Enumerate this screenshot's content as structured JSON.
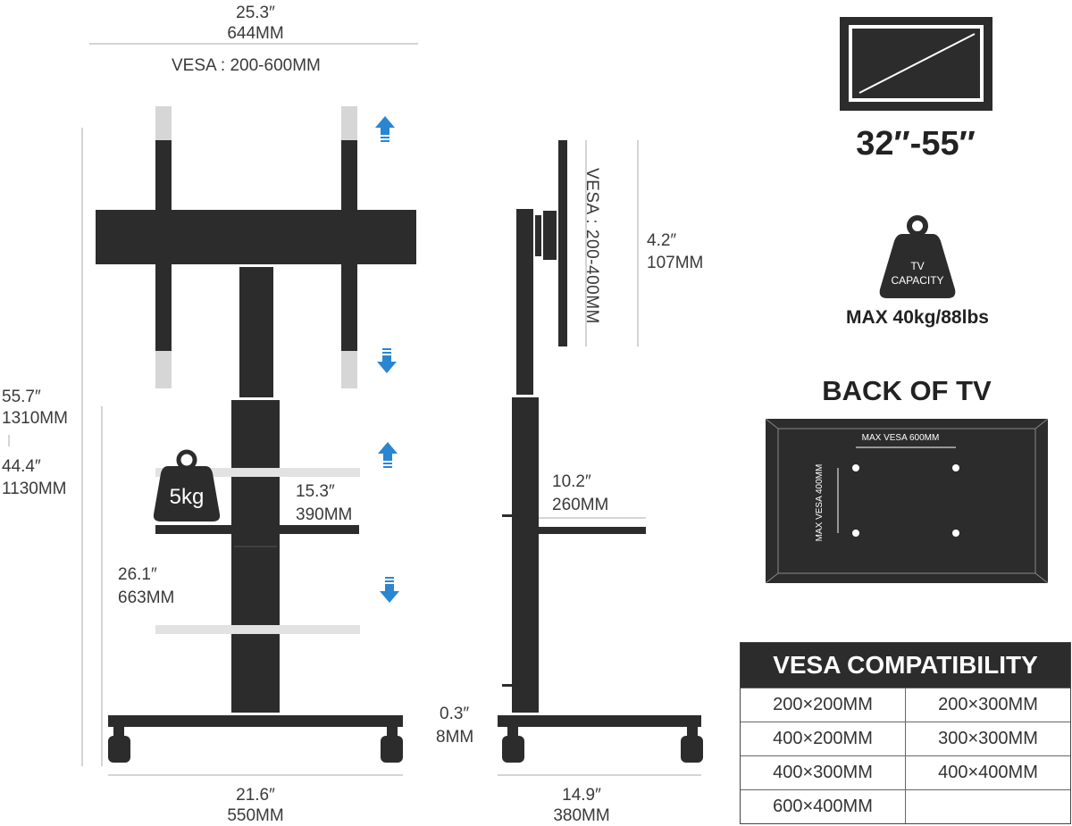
{
  "front_view": {
    "top_width": {
      "inch": "25.3″",
      "mm": "644MM"
    },
    "vesa_width": "VESA : 200-600MM",
    "total_height": {
      "inch": "55.7″",
      "mm": "1310MM"
    },
    "min_height": {
      "inch": "44.4″",
      "mm": "1130MM"
    },
    "shelf_height": {
      "inch": "26.1″",
      "mm": "663MM"
    },
    "shelf_width": {
      "inch": "15.3″",
      "mm": "390MM"
    },
    "shelf_weight": "5kg",
    "base_width": {
      "inch": "21.6″",
      "mm": "550MM"
    }
  },
  "side_view": {
    "vesa_height": "VESA : 200-400MM",
    "panel_offset": {
      "inch": "4.2″",
      "mm": "107MM"
    },
    "shelf_depth": {
      "inch": "10.2″",
      "mm": "260MM"
    },
    "base_thickness": {
      "inch": "0.3″",
      "mm": "8MM"
    },
    "base_depth": {
      "inch": "14.9″",
      "mm": "380MM"
    }
  },
  "screen_size": "32″-55″",
  "capacity": {
    "weight_label_1": "TV",
    "weight_label_2": "CAPACITY",
    "max": "MAX 40kg/88lbs"
  },
  "back_of_tv": {
    "title": "BACK OF TV",
    "vesa_horizontal": "MAX VESA 600MM",
    "vesa_vertical": "MAX VESA 400MM"
  },
  "vesa_table": {
    "header": "VESA COMPATIBILITY",
    "rows": [
      [
        "200×200MM",
        "200×300MM"
      ],
      [
        "400×200MM",
        "300×300MM"
      ],
      [
        "400×300MM",
        "400×400MM"
      ],
      [
        "600×400MM",
        ""
      ]
    ]
  },
  "colors": {
    "dark": "#2c2c2c",
    "arrow_blue": "#2a86d1",
    "line_gray": "#aaaaaa"
  }
}
